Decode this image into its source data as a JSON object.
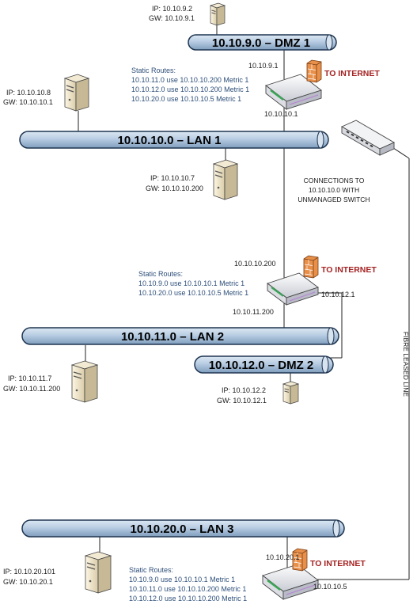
{
  "networks": {
    "dmz1": "10.10.9.0 – DMZ 1",
    "lan1": "10.10.10.0 – LAN 1",
    "lan2": "10.10.11.0 – LAN 2",
    "dmz2": "10.10.12.0 – DMZ 2",
    "lan3": "10.10.20.0 – LAN 3"
  },
  "hosts": {
    "dmz1": {
      "ip": "IP: 10.10.9.2",
      "gw": "GW: 10.10.9.1"
    },
    "lan1a": {
      "ip": "IP: 10.10.10.8",
      "gw": "GW: 10.10.10.1"
    },
    "lan1b": {
      "ip": "IP: 10.10.10.7",
      "gw": "GW: 10.10.10.200"
    },
    "lan2": {
      "ip": "IP: 10.10.11.7",
      "gw": "GW: 10.10.11.200"
    },
    "dmz2": {
      "ip": "IP: 10.10.12.2",
      "gw": "GW: 10.10.12.1"
    },
    "lan3": {
      "ip": "IP: 10.10.20.101",
      "gw": "GW: 10.10.20.1"
    }
  },
  "routers": {
    "r1": {
      "if_top": "10.10.9.1",
      "if_bottom": "10.10.10.1",
      "routes_title": "Static Routes:",
      "routes": [
        "10.10.11.0 use 10.10.10.200 Metric 1",
        "10.10.12.0 use 10.10.10.200 Metric 1",
        "10.10.20.0 use 10.10.10.5 Metric 1"
      ]
    },
    "r2": {
      "if_top": "10.10.10.200",
      "if_right": "10.10.12.1",
      "if_bottom": "10.10.11.200",
      "routes_title": "Static Routes:",
      "routes": [
        "10.10.9.0 use 10.10.10.1 Metric 1",
        "10.10.20.0 use 10.10.10.5 Metric 1"
      ]
    },
    "r3": {
      "if_top": "10.10.20.1",
      "if_right": "10.10.10.5",
      "routes_title": "Static Routes:",
      "routes": [
        "10.10.9.0 use 10.10.10.1 Metric 1",
        "10.10.11.0 use 10.10.10.200 Metric 1",
        "10.10.12.0 use 10.10.10.200 Metric 1"
      ]
    }
  },
  "internet_label": "TO INTERNET",
  "switch_note": [
    "CONNECTIONS TO",
    "10.10.10.0 WITH",
    "UNMANAGED SWITCH"
  ],
  "fibre_label": "FIBRE LEASED LINE",
  "colors": {
    "pipe_fill": "#b8cde3",
    "pipe_stroke": "#1f3550",
    "firewall": "#e8904a",
    "internet_text": "#a52222",
    "route_text": "#2e4f7a"
  }
}
